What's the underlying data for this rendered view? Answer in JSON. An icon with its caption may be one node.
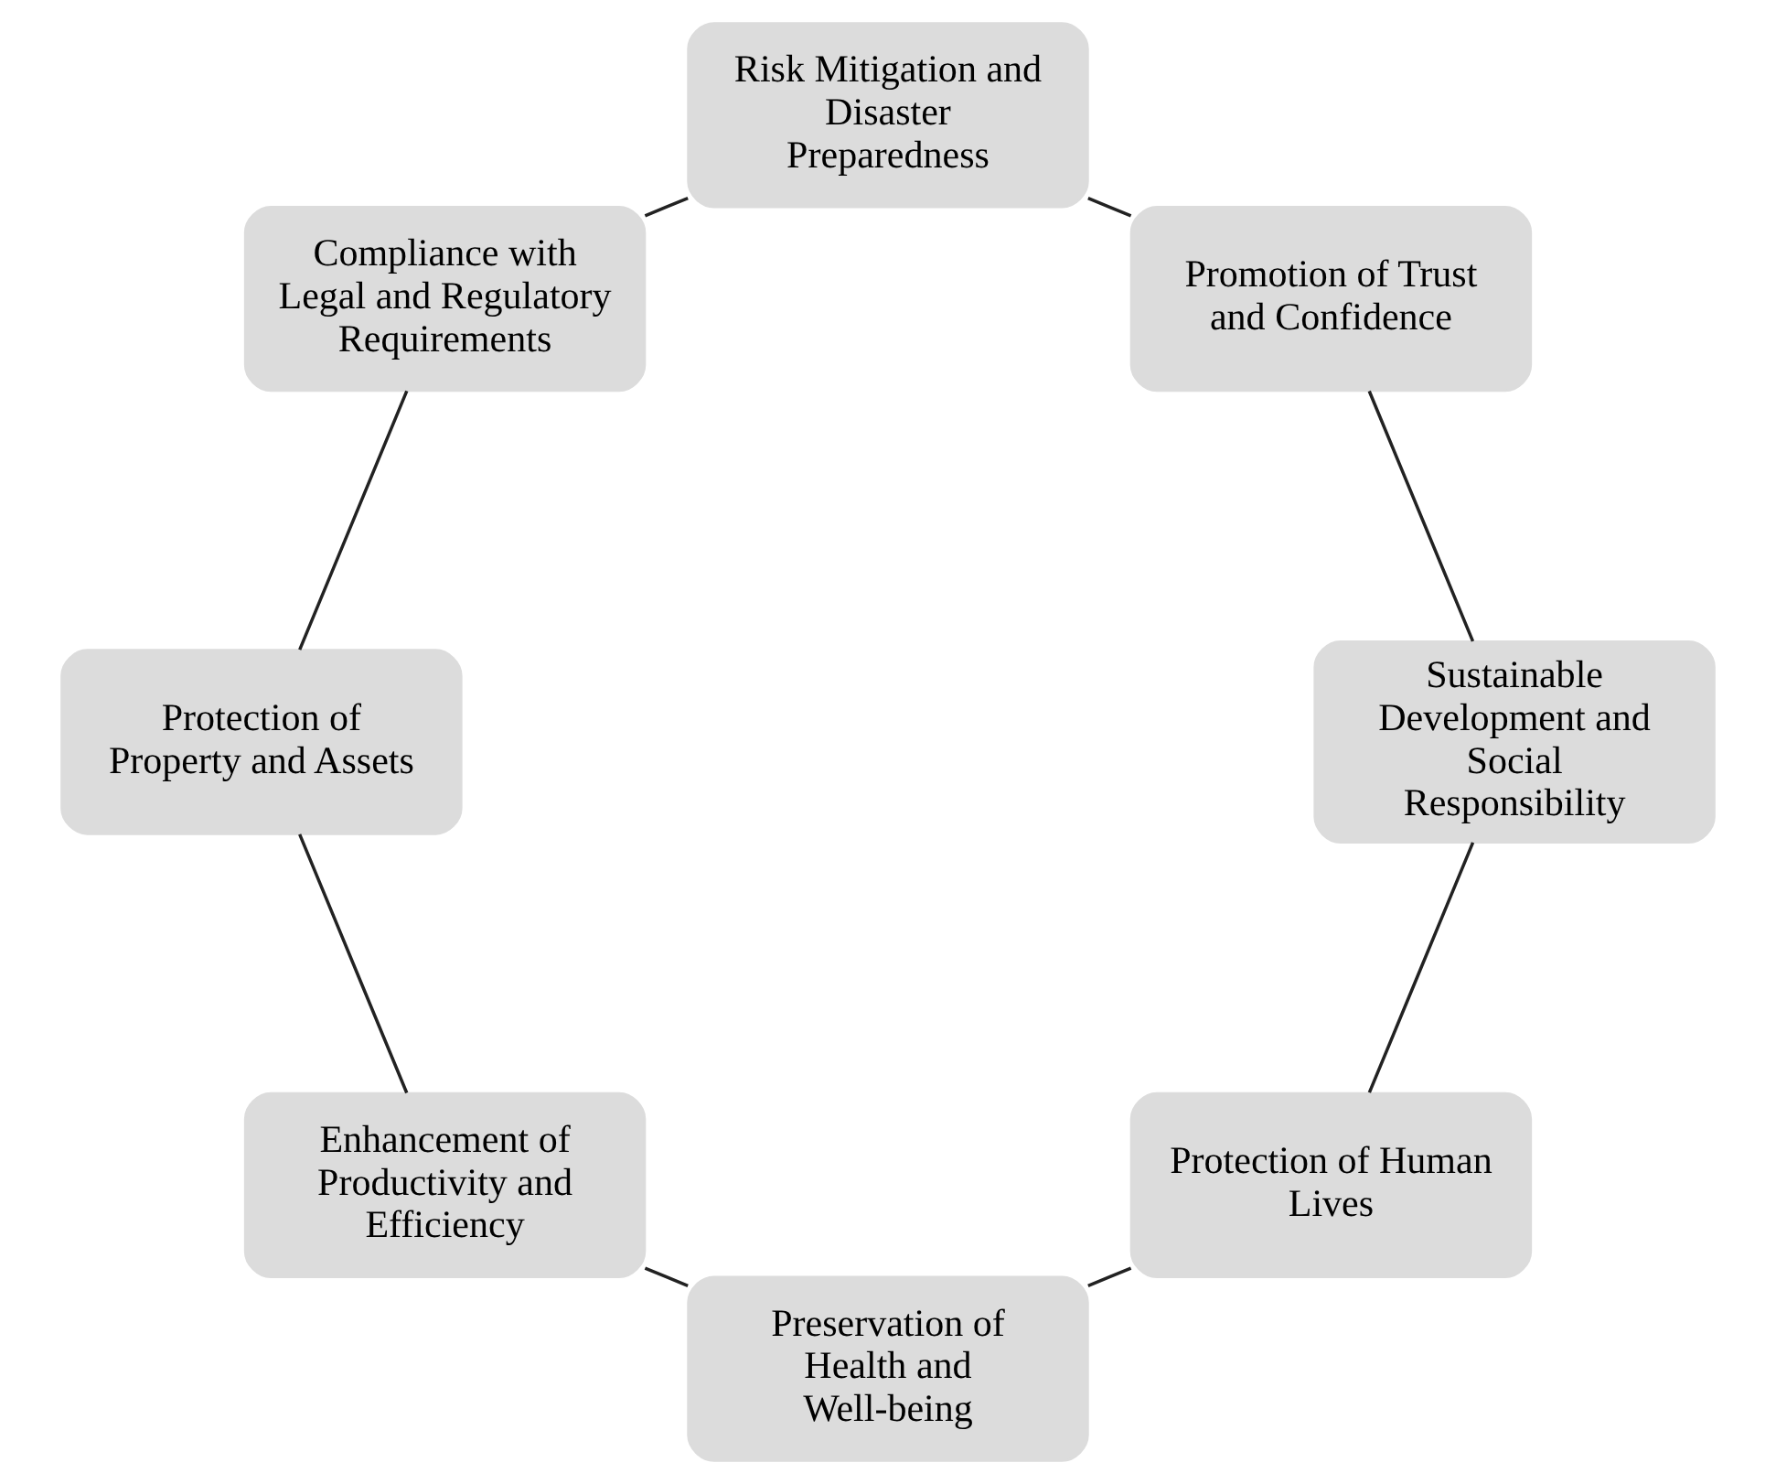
{
  "diagram": {
    "nodes": [
      {
        "text": [
          "Protection of Human Lives"
        ]
      },
      {
        "text": [
          "Preservation of Health and Well-being"
        ]
      },
      {
        "text": [
          "Enhancement of Productivity and Efficiency"
        ]
      },
      {
        "text": [
          "Protection of Property and Assets"
        ]
      },
      {
        "text": [
          "Compliance with Legal and Regulatory Requirements"
        ]
      },
      {
        "text": [
          "Risk Mitigation and Disaster Preparedness"
        ]
      },
      {
        "text": [
          "Promotion of Trust and Confidence"
        ]
      },
      {
        "text": [
          "Sustainable Development and Social Responsibility"
        ]
      }
    ],
    "edges": [
      {
        "from": 0,
        "to": 1,
        "arrow": "none"
      },
      {
        "from": 1,
        "to": 2,
        "arrow": "none"
      },
      {
        "from": 2,
        "to": 3,
        "arrow": "none"
      },
      {
        "from": 3,
        "to": 4,
        "arrow": "none"
      },
      {
        "from": 4,
        "to": 5,
        "arrow": "none"
      },
      {
        "from": 5,
        "to": 6,
        "arrow": "none"
      },
      {
        "from": 6,
        "to": 7,
        "arrow": "none"
      },
      {
        "from": 7,
        "to": 0,
        "arrow": "none"
      }
    ]
  }
}
